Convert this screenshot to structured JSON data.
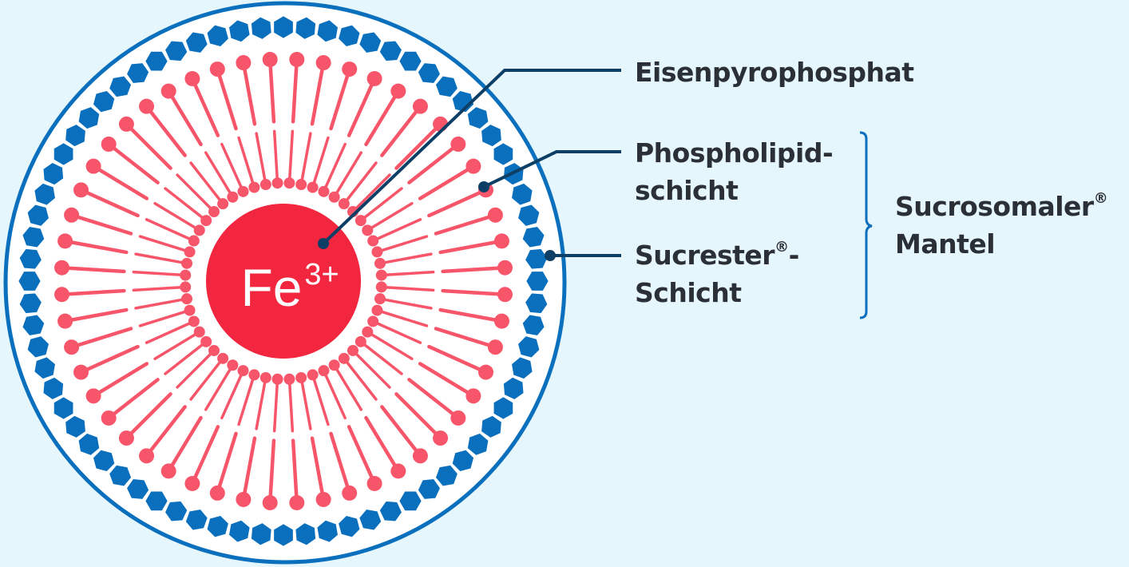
{
  "core": {
    "symbol": "Fe",
    "charge": "3+"
  },
  "labels": {
    "eisen": "Eisenpyrophosphat",
    "phospho_line1": "Phospholipid-",
    "phospho_line2": "schicht",
    "sucrester_line1": "Sucrester",
    "sucrester_reg": "®",
    "sucrester_dash": "-",
    "sucrester_line2": "Schicht",
    "mantel_line1": "Sucrosomaler",
    "mantel_reg": "®",
    "mantel_line2": "Mantel"
  },
  "colors": {
    "background": "#e6f6fd",
    "blue": "#0a6fbd",
    "lipid": "#f7566a",
    "core": "#f2263f",
    "leader": "#0d3f66"
  },
  "counts": {
    "lipids": 52,
    "hexagons": 72
  }
}
